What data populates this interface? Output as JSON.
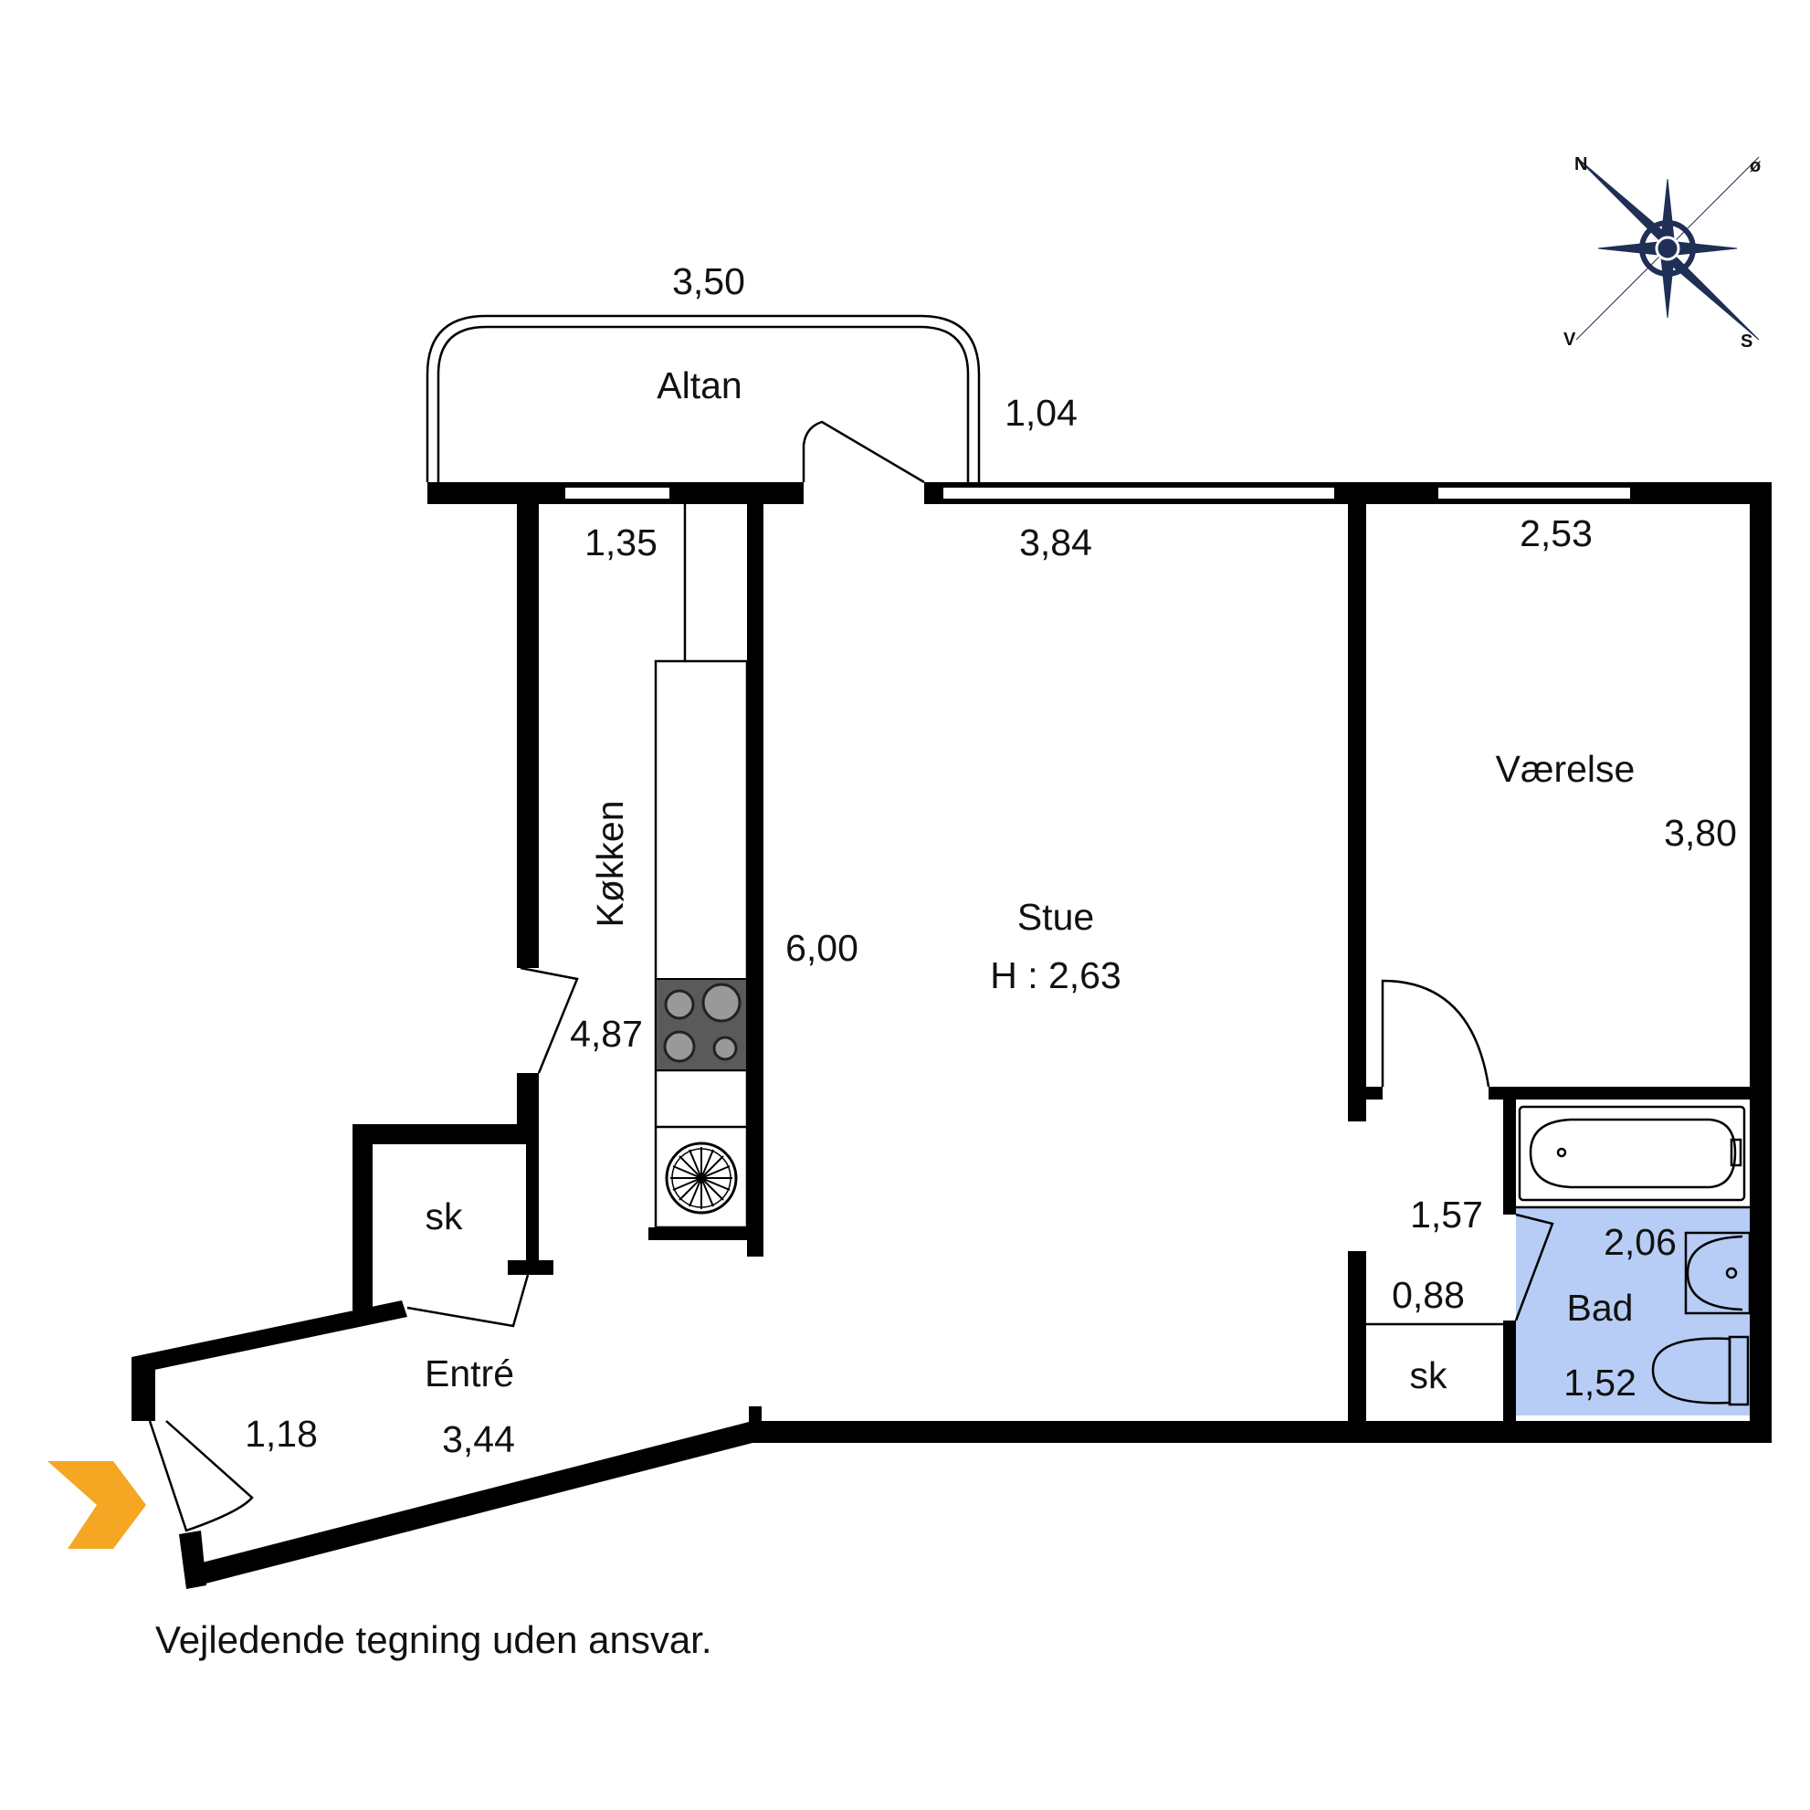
{
  "rooms": {
    "altan": "Altan",
    "kokken": "Køkken",
    "stue": "Stue",
    "stue_height": "H : 2,63",
    "vaerelse": "Værelse",
    "entre": "Entré",
    "bad": "Bad",
    "sk_left": "sk",
    "sk_right": "sk"
  },
  "dimensions": {
    "altan_width": "3,50",
    "altan_depth": "1,04",
    "kokken_width": "1,35",
    "kokken_length": "4,87",
    "stue_width": "3,84",
    "stue_length": "6,00",
    "vaerelse_width": "2,53",
    "vaerelse_length": "3,80",
    "hall_length": "1,57",
    "hall_width": "0,88",
    "bad_length": "2,06",
    "bad_width": "1,52",
    "entre_width": "1,18",
    "entre_length": "3,44"
  },
  "compass": {
    "n": "N",
    "o": "ø",
    "v": "V",
    "s": "S"
  },
  "disclaimer": "Vejledende tegning uden ansvar.",
  "colors": {
    "wall": "#000000",
    "bathroom_floor": "#b8cdf5",
    "entrance_arrow": "#f5a623",
    "compass": "#1f2f55"
  },
  "icons": [
    "compass-rose-icon",
    "entrance-arrow-icon",
    "stove-icon",
    "extractor-fan-icon",
    "bathtub-icon",
    "sink-icon",
    "toilet-icon"
  ]
}
